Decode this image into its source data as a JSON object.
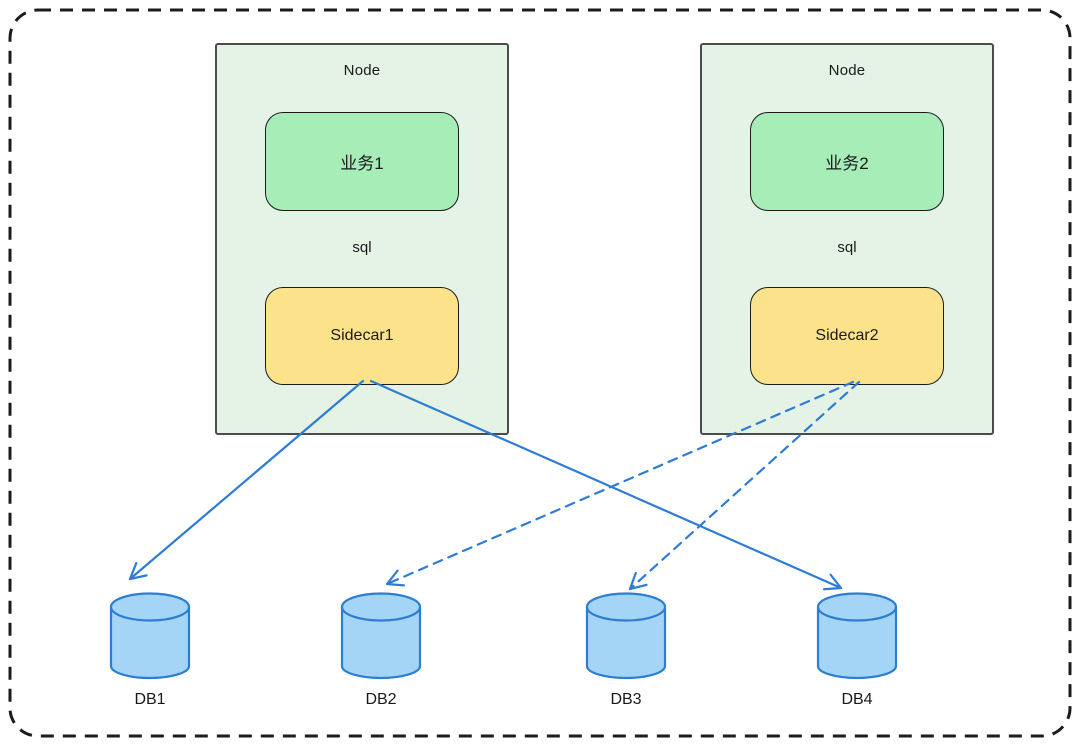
{
  "diagram": {
    "nodes": [
      {
        "title": "Node",
        "service": "业务1",
        "protocol_label": "sql",
        "sidecar": "Sidecar1"
      },
      {
        "title": "Node",
        "service": "业务2",
        "protocol_label": "sql",
        "sidecar": "Sidecar2"
      }
    ],
    "databases": [
      {
        "label": "DB1"
      },
      {
        "label": "DB2"
      },
      {
        "label": "DB3"
      },
      {
        "label": "DB4"
      }
    ],
    "connections": [
      {
        "from": "Sidecar1",
        "to": "DB1",
        "style": "solid"
      },
      {
        "from": "Sidecar1",
        "to": "DB4",
        "style": "solid"
      },
      {
        "from": "Sidecar2",
        "to": "DB2",
        "style": "dashed"
      },
      {
        "from": "Sidecar2",
        "to": "DB3",
        "style": "dashed"
      }
    ],
    "colors": {
      "node-fill": "#e4f3e6",
      "node-border": "#4b4b4b",
      "service-fill": "#a7edb8",
      "sidecar-fill": "#fce38b",
      "shape-border": "#1b1b1b",
      "cylinder-fill": "#a5d5f6",
      "cylinder-stroke": "#2d7dd2",
      "arrow-color": "#2e7cd6"
    }
  }
}
